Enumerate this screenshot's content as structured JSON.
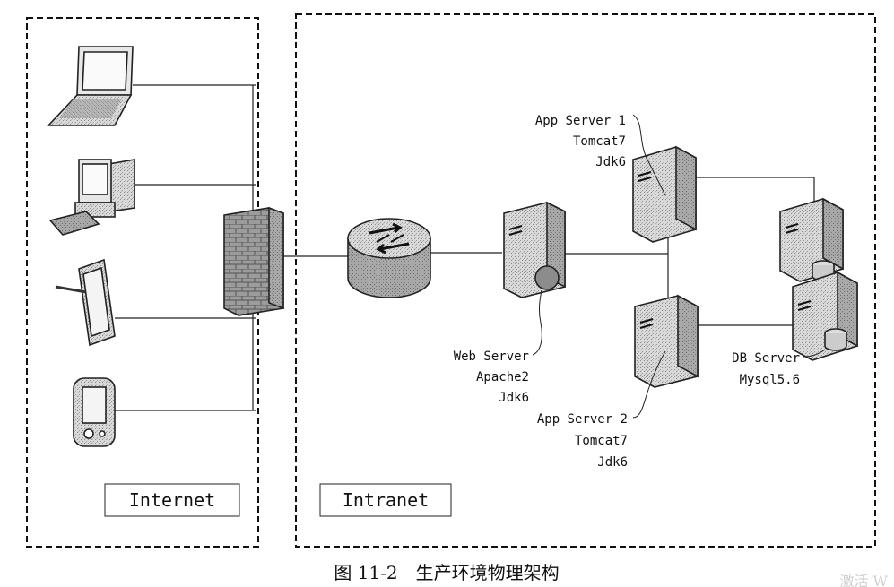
{
  "zones": {
    "internet": {
      "label": "Internet"
    },
    "intranet": {
      "label": "Intranet"
    }
  },
  "servers": {
    "web": {
      "lines": [
        "Web Server",
        "Apache2",
        "Jdk6"
      ]
    },
    "app1": {
      "lines": [
        "App Server 1",
        "Tomcat7",
        "Jdk6"
      ]
    },
    "app2": {
      "lines": [
        "App Server 2",
        "Tomcat7",
        "Jdk6"
      ]
    },
    "db": {
      "lines": [
        "DB Server",
        "Mysql5.6"
      ]
    }
  },
  "caption": "图 11-2　生产环境物理架构",
  "watermark": "激活 W"
}
